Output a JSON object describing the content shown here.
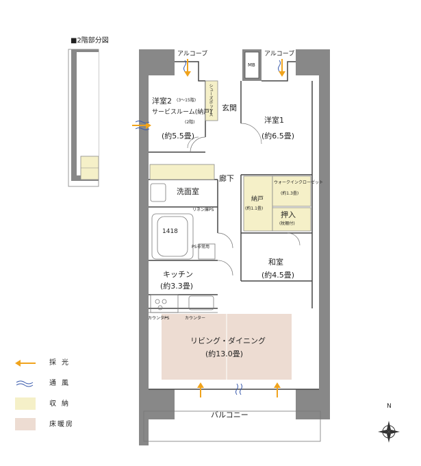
{
  "partial_title": "■2階部分図",
  "rooms": {
    "alcove_left": "アルコーブ",
    "alcove_right": "アルコーブ",
    "mb": "MB",
    "western2": "洋室2",
    "western2_floors": "(3〜15階)",
    "service_room": "サービスルーム(納戸)",
    "service_room_floor": "(2階)",
    "western2_size": "(約5.5畳)",
    "shoes_box": "シューズボックス",
    "entrance": "玄関",
    "western1": "洋室1",
    "western1_size": "(約6.5畳)",
    "corridor": "廊下",
    "washroom": "洗面室",
    "linen": "リネン庫",
    "ps1": "PS",
    "ps2": "PS",
    "ps3": "PS",
    "bath_size": "1418",
    "storage_small": "非常用",
    "kitchen": "キッチン",
    "kitchen_size": "(約3.3畳)",
    "counter1": "カウンター",
    "counter2": "カウンター",
    "nando": "納戸",
    "nando_size": "(約1.1畳)",
    "walkin": "ウォークインクローゼット",
    "walkin_size": "(約1.3畳)",
    "oshiire": "押入",
    "oshiire_note": "(枕棚付)",
    "washitsu": "和室",
    "washitsu_size": "(約4.5畳)",
    "living": "リビング・ダイニング",
    "living_size": "(約13.0畳)",
    "balcony": "バルコニー"
  },
  "legend": [
    {
      "icon": "daylight-arrow-icon",
      "label": "採光"
    },
    {
      "icon": "ventilation-wave-icon",
      "label": "通風"
    },
    {
      "icon": "storage-swatch",
      "label": "収納",
      "color": "#f5f0c8"
    },
    {
      "icon": "floor-heating-swatch",
      "label": "床暖房",
      "color": "#eddcd2"
    }
  ],
  "compass": {
    "north_label": "N"
  },
  "colors": {
    "storage": "#f5f0c8",
    "floor_heating": "#eddcd2",
    "arrow": "#f0a31c",
    "wave": "#3355aa",
    "wall": "#888888"
  }
}
